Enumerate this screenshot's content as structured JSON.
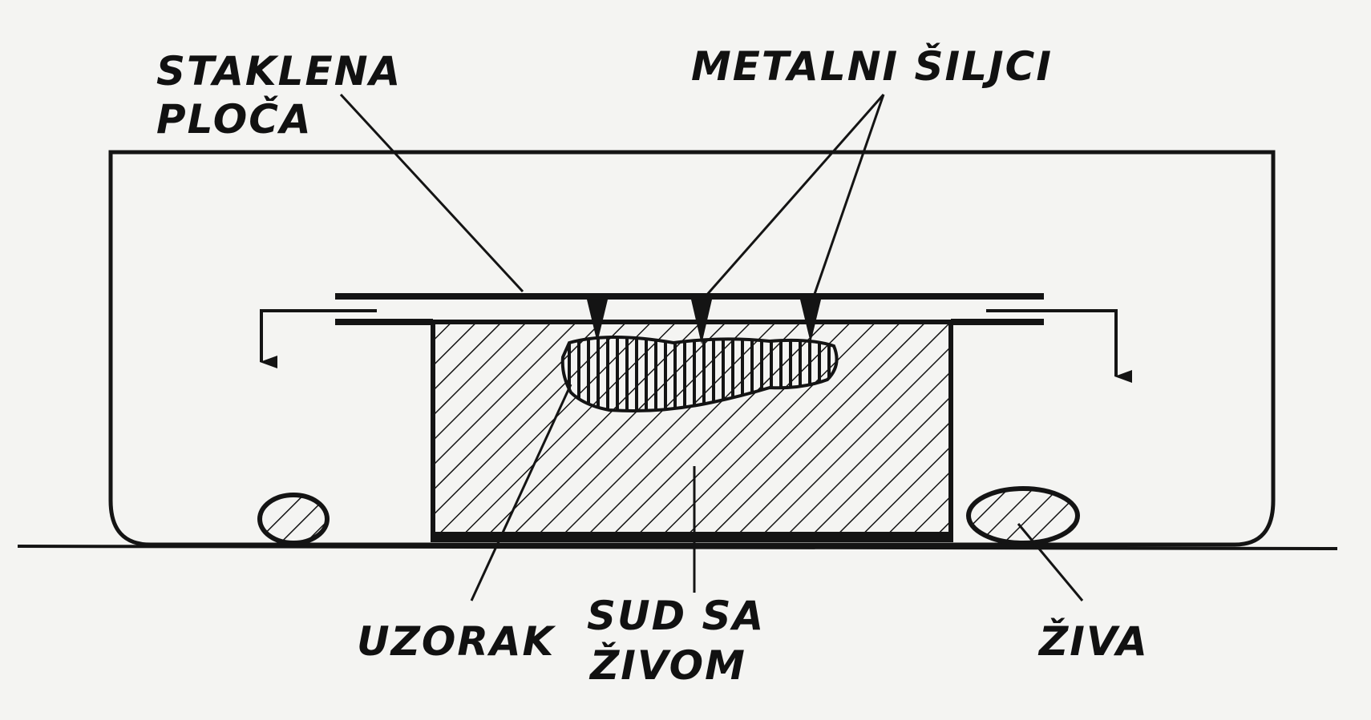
{
  "diagram": {
    "labels": {
      "glass_plate_line1": "STAKLENA",
      "glass_plate_line2": "PLOČA",
      "metal_spikes": "METALNI ŠILJCI",
      "sample": "UZORAK",
      "vessel_line1": "SUD SA",
      "vessel_line2": "ŽIVOM",
      "mercury": "ŽIVA"
    },
    "colors": {
      "ink": "#141414",
      "paper": "#f4f4f2"
    }
  }
}
